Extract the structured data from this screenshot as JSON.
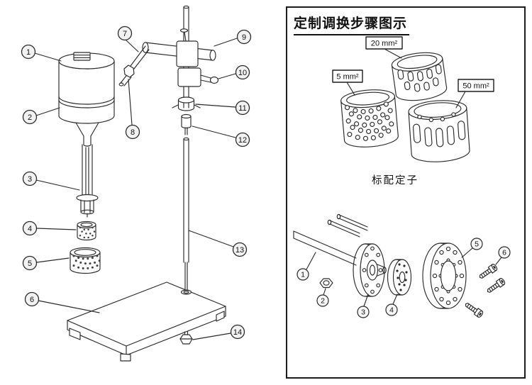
{
  "left": {
    "callouts": [
      "1",
      "2",
      "3",
      "4",
      "5",
      "6",
      "7",
      "8",
      "9",
      "10",
      "11",
      "12",
      "13",
      "14"
    ]
  },
  "right": {
    "title": "定制调换步骤图示",
    "stators": [
      {
        "label": "20 mm²"
      },
      {
        "label": "5 mm²"
      },
      {
        "label": "50 mm²"
      }
    ],
    "caption": "标配定子",
    "callouts": [
      "1",
      "2",
      "3",
      "4",
      "5",
      "6"
    ]
  }
}
